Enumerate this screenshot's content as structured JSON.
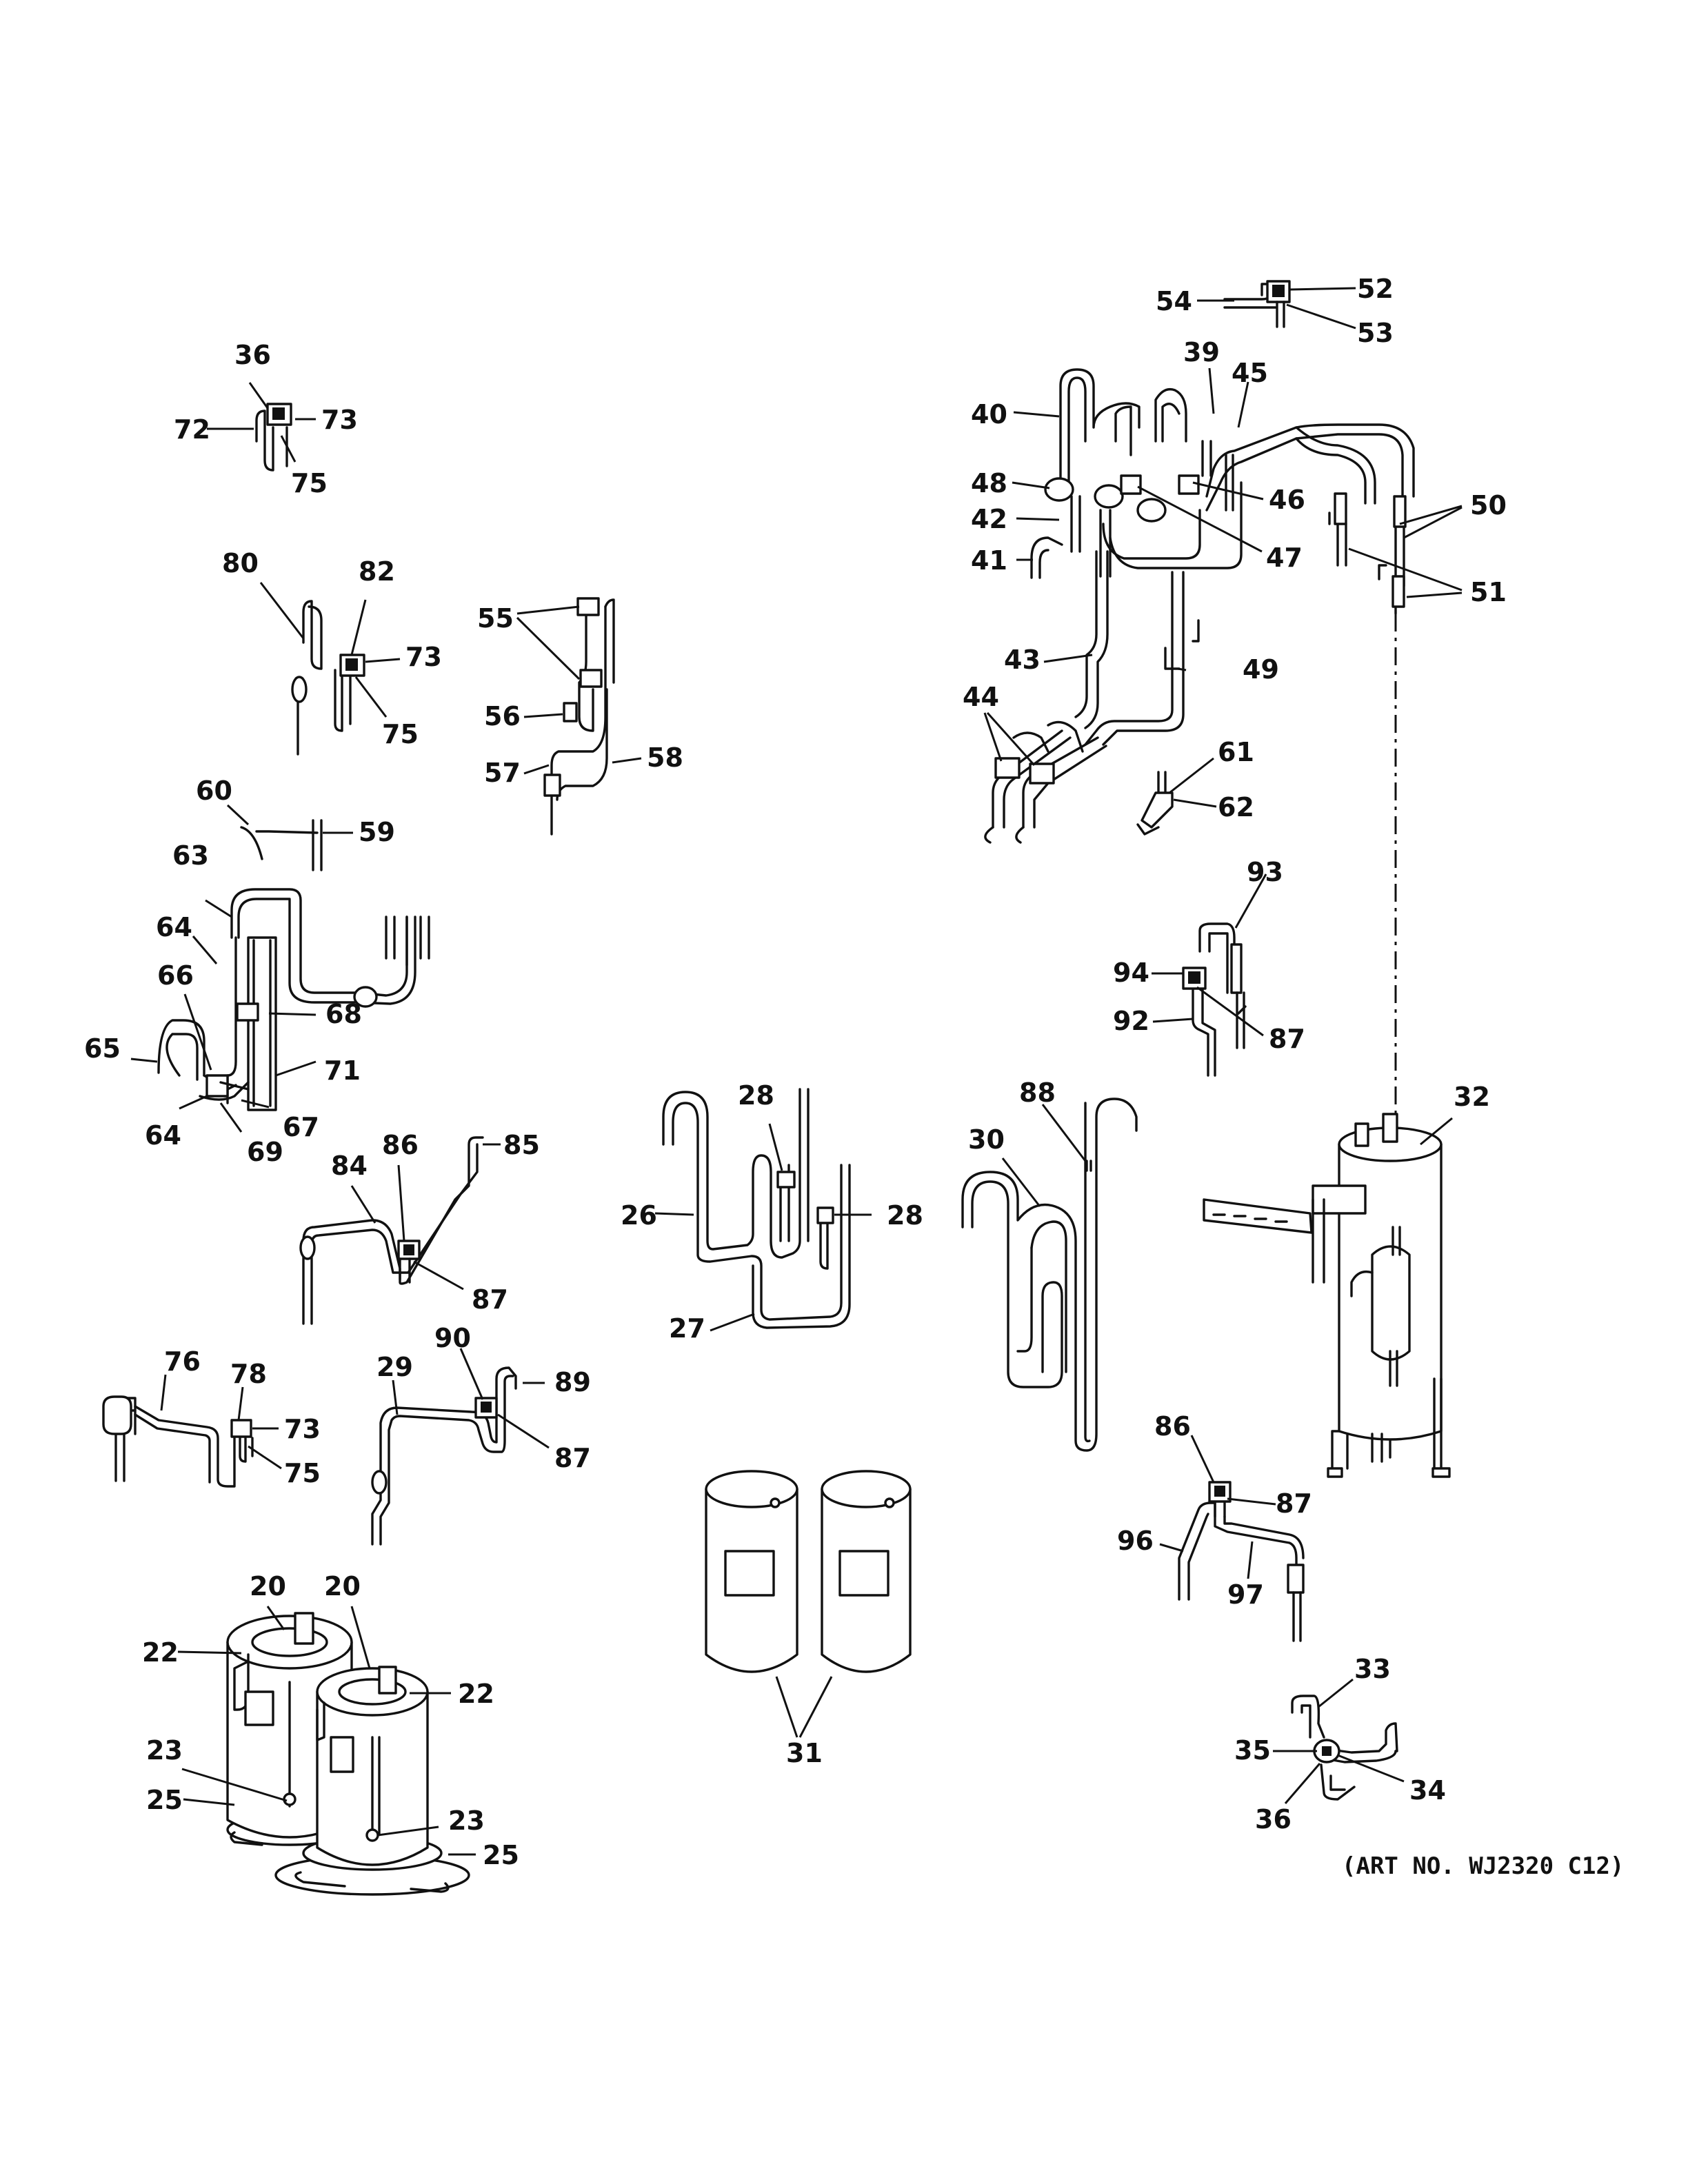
{
  "art_number": "(ART NO. WJ2320 C12)",
  "callouts": {
    "n20a": "20",
    "n20b": "20",
    "n22a": "22",
    "n22b": "22",
    "n23a": "23",
    "n23b": "23",
    "n25a": "25",
    "n25b": "25",
    "n26": "26",
    "n27": "27",
    "n28a": "28",
    "n28b": "28",
    "n29": "29",
    "n30": "30",
    "n31": "31",
    "n32": "32",
    "n33": "33",
    "n34": "34",
    "n35": "35",
    "n36a": "36",
    "n36b": "36",
    "n39": "39",
    "n40": "40",
    "n41": "41",
    "n42": "42",
    "n43": "43",
    "n44": "44",
    "n45": "45",
    "n46": "46",
    "n47": "47",
    "n48": "48",
    "n49": "49",
    "n50": "50",
    "n51": "51",
    "n52": "52",
    "n53": "53",
    "n54": "54",
    "n55": "55",
    "n56": "56",
    "n57": "57",
    "n58": "58",
    "n59": "59",
    "n60": "60",
    "n61": "61",
    "n62": "62",
    "n63": "63",
    "n64a": "64",
    "n64b": "64",
    "n65": "65",
    "n66": "66",
    "n67": "67",
    "n68": "68",
    "n69": "69",
    "n71": "71",
    "n72": "72",
    "n73a": "73",
    "n73b": "73",
    "n73c": "73",
    "n75a": "75",
    "n75b": "75",
    "n75c": "75",
    "n76": "76",
    "n78": "78",
    "n80": "80",
    "n82": "82",
    "n84": "84",
    "n85": "85",
    "n86a": "86",
    "n86b": "86",
    "n87a": "87",
    "n87b": "87",
    "n87c": "87",
    "n87d": "87",
    "n88": "88",
    "n89": "89",
    "n90": "90",
    "n92": "92",
    "n93": "93",
    "n94": "94",
    "n96": "96",
    "n97": "97"
  }
}
